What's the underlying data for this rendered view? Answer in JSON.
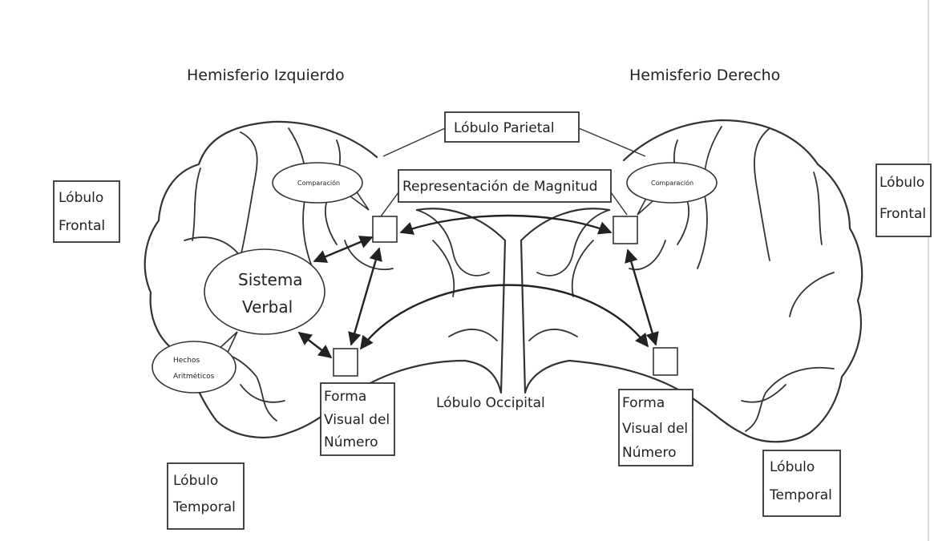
{
  "headings": {
    "left_hemisphere": "Hemisferio Izquierdo",
    "right_hemisphere": "Hemisferio Derecho"
  },
  "lobes": {
    "parietal": "Lóbulo Parietal",
    "occipital": "Lóbulo Occipital",
    "frontal_left": [
      "Lóbulo",
      "Frontal"
    ],
    "frontal_right": [
      "Lóbulo",
      "Frontal"
    ],
    "temporal_left": [
      "Lóbulo",
      "Temporal"
    ],
    "temporal_right": [
      "Lóbulo",
      "Temporal"
    ]
  },
  "regions": {
    "magnitude": "Representación de Magnitud",
    "verbal_system": [
      "Sistema",
      "Verbal"
    ],
    "comparison_left": "Comparación",
    "comparison_right": "Comparación",
    "arithmetic_facts": [
      "Hechos",
      "Aritméticos"
    ],
    "visual_form_left": [
      "Forma",
      "Visual del",
      "Número"
    ],
    "visual_form_right": [
      "Forma",
      "Visual del",
      "Número"
    ]
  }
}
